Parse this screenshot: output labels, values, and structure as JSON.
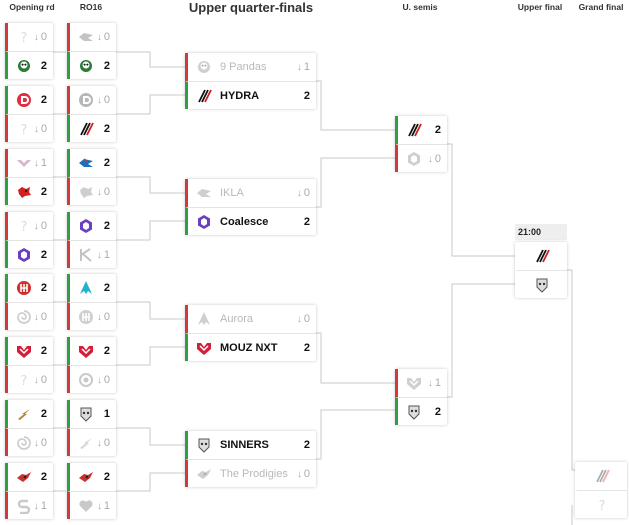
{
  "headers": {
    "opening": "Opening rd",
    "ro16": "RO16",
    "uqf": "Upper quarter-finals",
    "usemis": "U. semis",
    "ufinal": "Upper final",
    "grand": "Grand final"
  },
  "colors": {
    "win": "#2f9e44",
    "lose": "#d03a3a",
    "neutral": "#dddddd"
  },
  "opening": [
    {
      "top": {
        "logo": "unknown-team-icon",
        "score": "0",
        "result": "lose"
      },
      "bottom": {
        "logo": "ninepandas-icon",
        "score": "2",
        "result": "win"
      }
    },
    {
      "top": {
        "logo": "dynamo-icon",
        "score": "2",
        "result": "win"
      },
      "bottom": {
        "logo": "unknown-team-icon",
        "score": "0",
        "result": "lose"
      }
    },
    {
      "top": {
        "logo": "wings-icon",
        "score": "1",
        "result": "lose"
      },
      "bottom": {
        "logo": "wolf-icon",
        "score": "2",
        "result": "win"
      }
    },
    {
      "top": {
        "logo": "unknown-team-icon",
        "score": "0",
        "result": "lose"
      },
      "bottom": {
        "logo": "coalesce-icon",
        "score": "2",
        "result": "win"
      }
    },
    {
      "top": {
        "logo": "fnatic-like-icon",
        "score": "2",
        "result": "win"
      },
      "bottom": {
        "logo": "swirl-icon",
        "score": "0",
        "result": "lose"
      }
    },
    {
      "top": {
        "logo": "mouz-icon",
        "score": "2",
        "result": "win"
      },
      "bottom": {
        "logo": "unknown-team-icon",
        "score": "0",
        "result": "lose"
      }
    },
    {
      "top": {
        "logo": "bolt-icon",
        "score": "2",
        "result": "win"
      },
      "bottom": {
        "logo": "swirl-icon",
        "score": "0",
        "result": "lose"
      }
    },
    {
      "top": {
        "logo": "prodigies-icon",
        "score": "2",
        "result": "win"
      },
      "bottom": {
        "logo": "snake-icon",
        "score": "1",
        "result": "lose"
      }
    }
  ],
  "ro16": [
    {
      "top": {
        "logo": "ikla-icon",
        "score": "0",
        "result": "lose"
      },
      "bottom": {
        "logo": "ninepandas-icon",
        "score": "2",
        "result": "win"
      }
    },
    {
      "top": {
        "logo": "dynamo-icon",
        "score": "0",
        "result": "lose"
      },
      "bottom": {
        "logo": "hydra-icon",
        "score": "2",
        "result": "win"
      }
    },
    {
      "top": {
        "logo": "ikla-icon",
        "score": "2",
        "result": "win"
      },
      "bottom": {
        "logo": "wolf-icon",
        "score": "0",
        "result": "lose"
      }
    },
    {
      "top": {
        "logo": "coalesce-icon",
        "score": "2",
        "result": "win"
      },
      "bottom": {
        "logo": "k-team-icon",
        "score": "1",
        "result": "lose"
      }
    },
    {
      "top": {
        "logo": "aurora-icon",
        "score": "2",
        "result": "win"
      },
      "bottom": {
        "logo": "fnatic-like-icon",
        "score": "0",
        "result": "lose"
      }
    },
    {
      "top": {
        "logo": "mouz-icon",
        "score": "2",
        "result": "win"
      },
      "bottom": {
        "logo": "ring-icon",
        "score": "0",
        "result": "lose"
      }
    },
    {
      "top": {
        "logo": "sinners-icon",
        "score": "1",
        "result": "win"
      },
      "bottom": {
        "logo": "bolt-icon",
        "score": "0",
        "result": "lose"
      }
    },
    {
      "top": {
        "logo": "prodigies-icon",
        "score": "2",
        "result": "win"
      },
      "bottom": {
        "logo": "heart-icon",
        "score": "1",
        "result": "lose"
      }
    }
  ],
  "uqf": [
    {
      "top": {
        "logo": "ninepandas-icon",
        "name": "9 Pandas",
        "score": "1",
        "result": "lose"
      },
      "bottom": {
        "logo": "hydra-icon",
        "name": "HYDRA",
        "score": "2",
        "result": "win"
      }
    },
    {
      "top": {
        "logo": "ikla-icon",
        "name": "IKLA",
        "score": "0",
        "result": "lose"
      },
      "bottom": {
        "logo": "coalesce-icon",
        "name": "Coalesce",
        "score": "2",
        "result": "win"
      }
    },
    {
      "top": {
        "logo": "aurora-icon",
        "name": "Aurora",
        "score": "0",
        "result": "lose"
      },
      "bottom": {
        "logo": "mouz-icon",
        "name": "MOUZ NXT",
        "score": "2",
        "result": "win"
      }
    },
    {
      "top": {
        "logo": "sinners-icon",
        "name": "SINNERS",
        "score": "2",
        "result": "win"
      },
      "bottom": {
        "logo": "prodigies-icon",
        "name": "The Prodigies",
        "score": "0",
        "result": "lose"
      }
    }
  ],
  "usemis": [
    {
      "top": {
        "logo": "hydra-icon",
        "score": "2",
        "result": "win"
      },
      "bottom": {
        "logo": "coalesce-icon",
        "score": "0",
        "result": "lose"
      }
    },
    {
      "top": {
        "logo": "mouz-icon",
        "score": "1",
        "result": "lose"
      },
      "bottom": {
        "logo": "sinners-icon",
        "score": "2",
        "result": "win"
      }
    }
  ],
  "ufinal": {
    "time": "21:00",
    "top": {
      "logo": "hydra-icon",
      "score": "",
      "result": "none"
    },
    "bottom": {
      "logo": "sinners-icon",
      "score": "",
      "result": "none"
    }
  },
  "grand": {
    "top": {
      "logo": "hydra-icon",
      "score": "",
      "result": "none"
    },
    "bottom": {
      "logo": "unknown-team-icon",
      "score": "",
      "result": "none"
    }
  }
}
